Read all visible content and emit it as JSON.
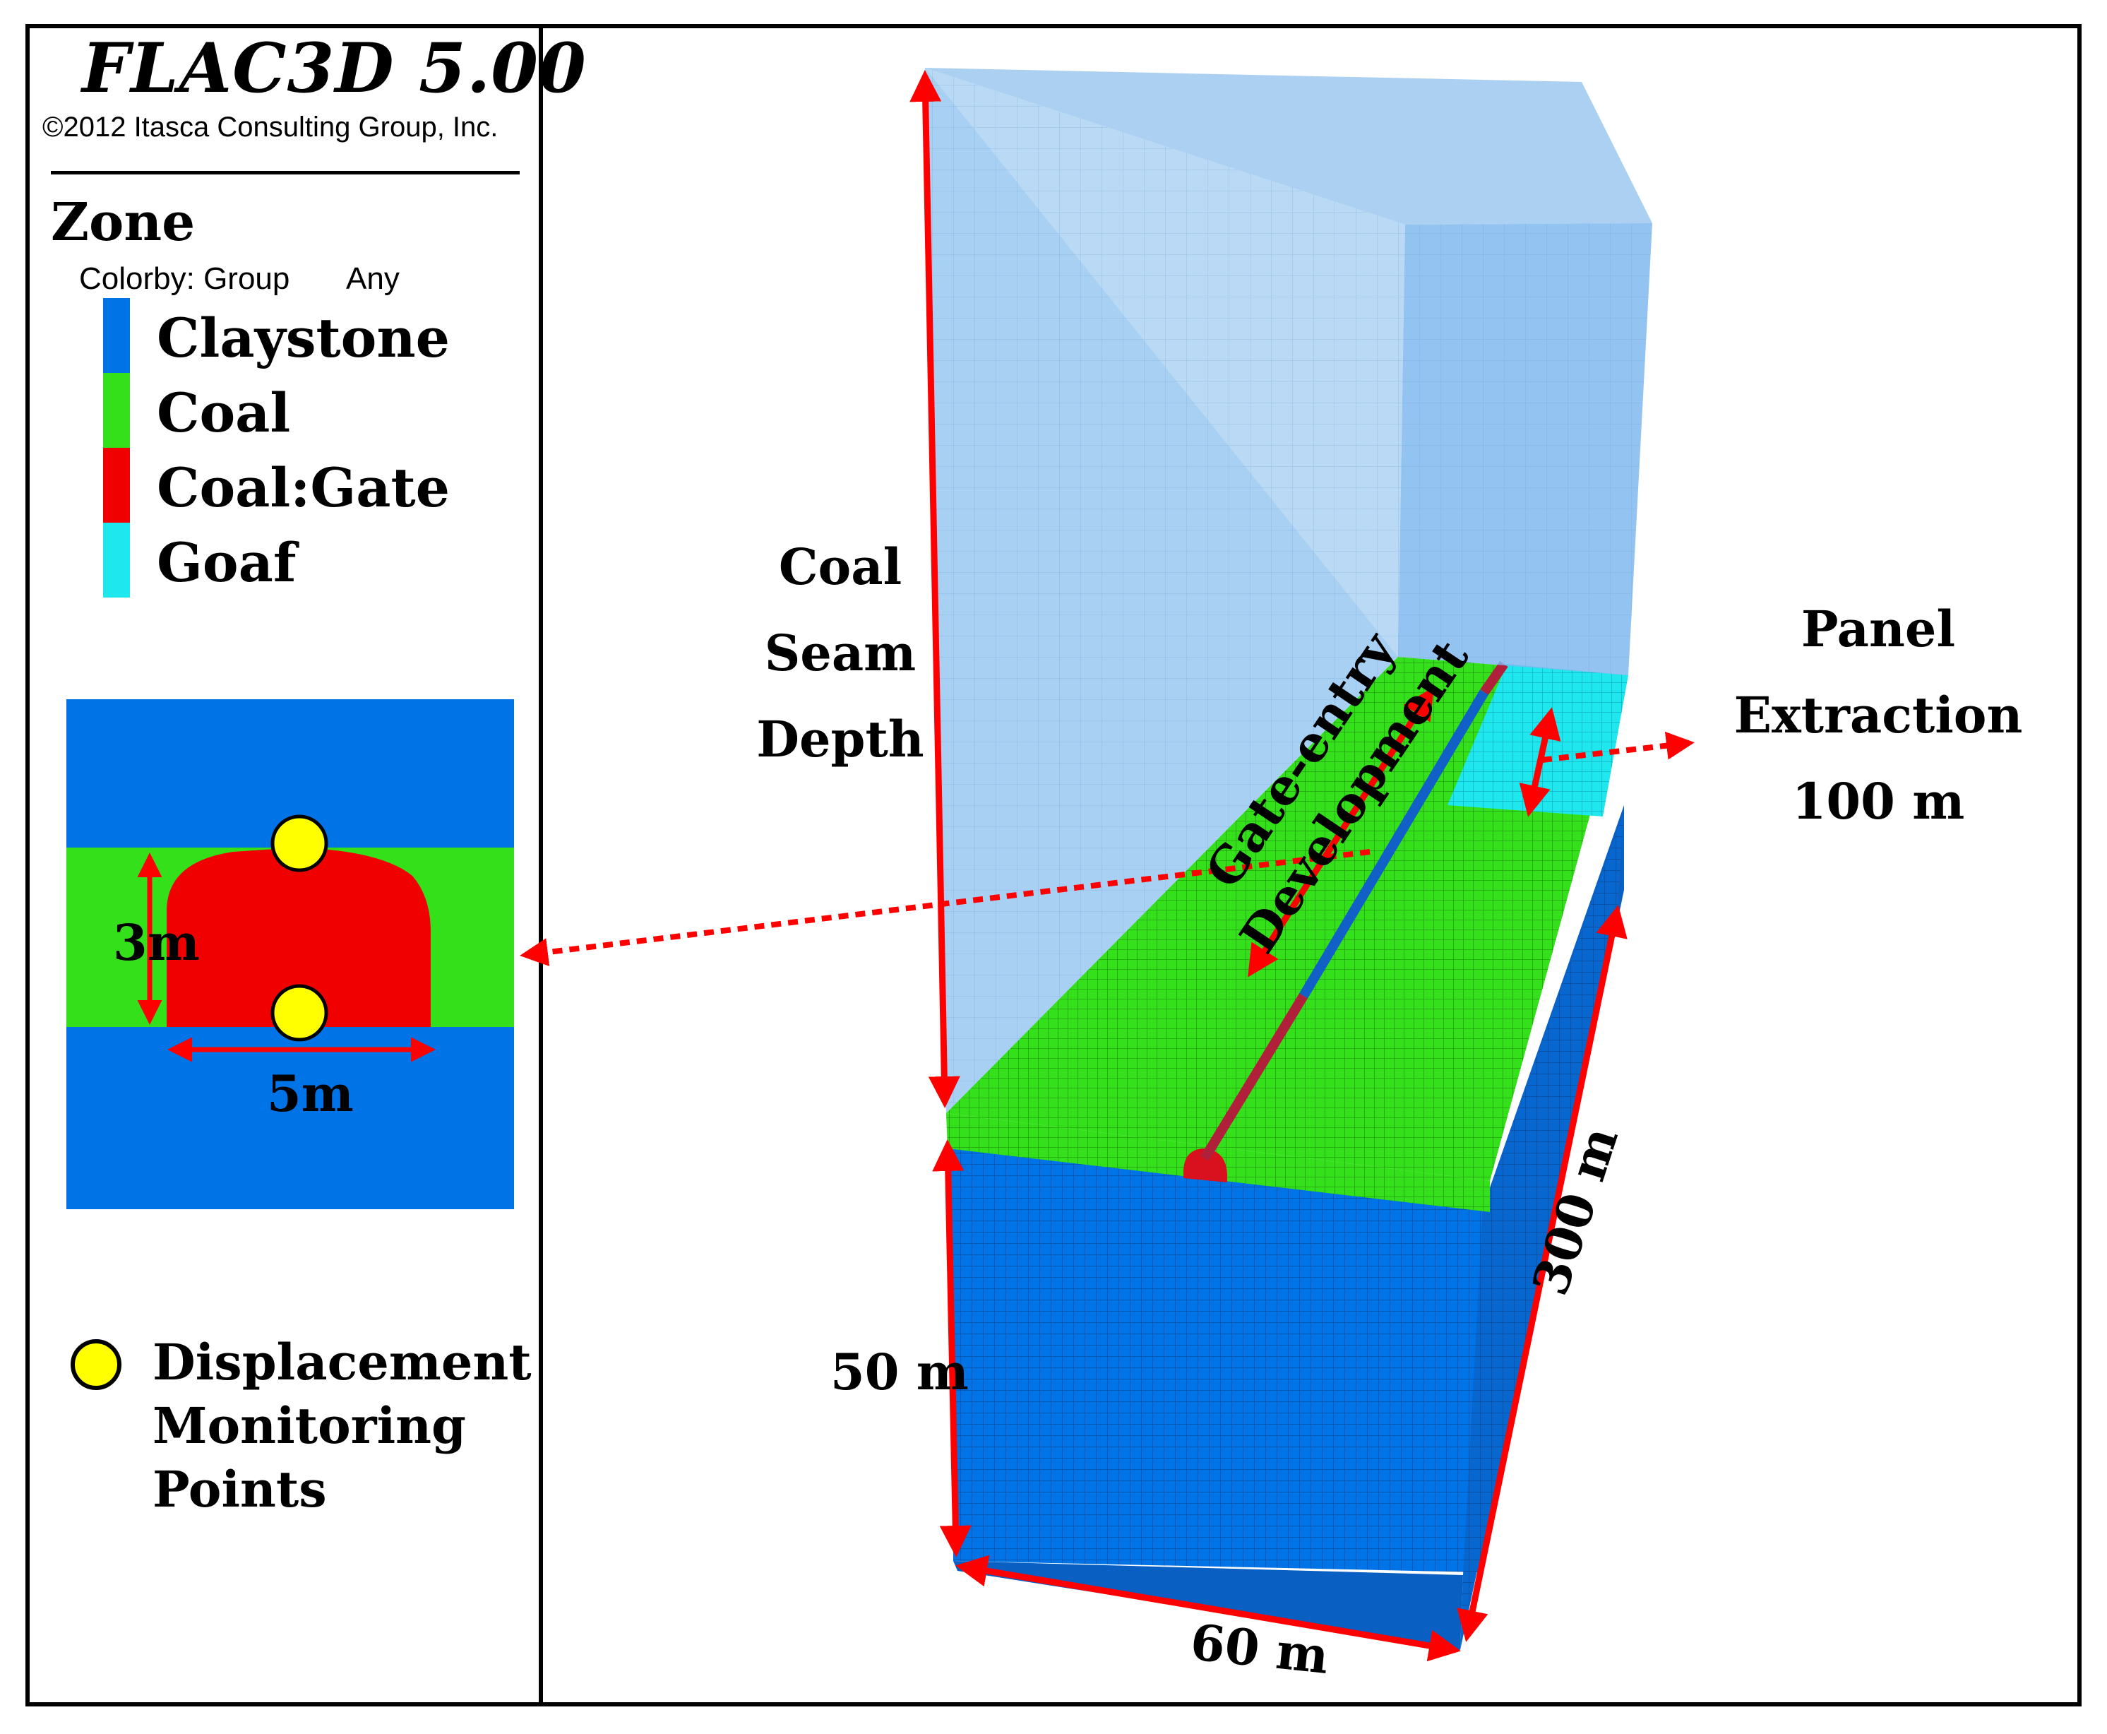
{
  "header": {
    "app_title": "FLAC3D 5.00",
    "copyright": "©2012 Itasca Consulting Group, Inc."
  },
  "legend": {
    "heading": "Zone",
    "colorby_label": "Colorby: Group",
    "colorby_value": "Any",
    "items": [
      {
        "label": "Claystone",
        "color": "#0073e6"
      },
      {
        "label": "Coal",
        "color": "#33e01a"
      },
      {
        "label": "Coal:Gate",
        "color": "#f00000"
      },
      {
        "label": "Goaf",
        "color": "#1ee8ee"
      }
    ]
  },
  "inset": {
    "height_label": "3m",
    "width_label": "5m"
  },
  "monitoring_legend": {
    "lines": [
      "Displacement",
      "Monitoring",
      "Points"
    ]
  },
  "model_labels": {
    "seam_depth": [
      "Coal",
      "Seam",
      "Depth"
    ],
    "panel_extraction": [
      "Panel",
      "Extraction",
      "100 m"
    ],
    "gate_entry": [
      "Gate-entry",
      "Development"
    ],
    "depth_50": "50 m",
    "width_60": "60 m",
    "length_300": "300 m"
  },
  "colors": {
    "claystone": "#0073e6",
    "coal": "#33e01a",
    "gate": "#f00000",
    "goaf": "#1ee8ee",
    "overburden": "#8fc3f0",
    "arrow": "#ff0000",
    "monitor_point": "#ffff00"
  }
}
